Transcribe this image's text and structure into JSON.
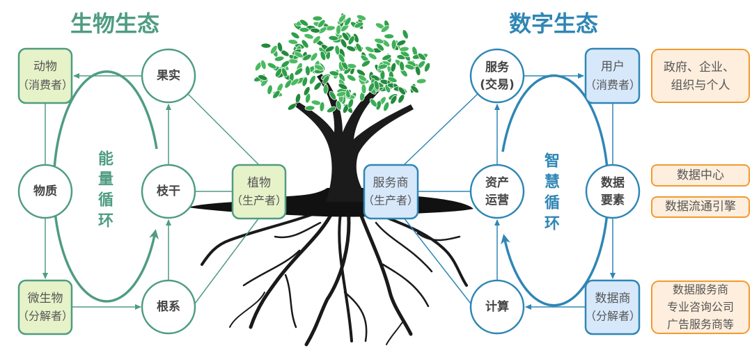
{
  "colors": {
    "green": "#4f9c82",
    "green_fill": "#e6f2c8",
    "blue": "#2f86b5",
    "blue_fill": "#d7e8fb",
    "orange": "#f29a2e",
    "orange_fill": "#fdeedd"
  },
  "bio": {
    "title": "生物生态",
    "cycle": [
      "能",
      "量",
      "循",
      "环"
    ],
    "animal": [
      "动物",
      "（消费者）"
    ],
    "fruit": "果实",
    "matter": "物质",
    "trunk": "枝干",
    "plant": [
      "植物",
      "（生产者）"
    ],
    "microbe": [
      "微生物",
      "（分解者）"
    ],
    "roots": "根系"
  },
  "digital": {
    "title": "数字生态",
    "cycle": [
      "智",
      "慧",
      "循",
      "环"
    ],
    "service": [
      "服务",
      "(交易)"
    ],
    "user": [
      "用户",
      "（消费者）"
    ],
    "asset": [
      "资产",
      "运营"
    ],
    "data_factor": [
      "数据",
      "要素"
    ],
    "provider": [
      "服务商",
      "（生产者）"
    ],
    "compute": "计算",
    "data_vendor": [
      "数据商",
      "（分解者）"
    ],
    "note_users": [
      "政府、企业、",
      "组织与个人"
    ],
    "note_center": "数据中心",
    "note_engine": "数据流通引擎",
    "note_vendors": [
      "数据服务商",
      "专业咨询公司",
      "广告服务商等"
    ]
  }
}
